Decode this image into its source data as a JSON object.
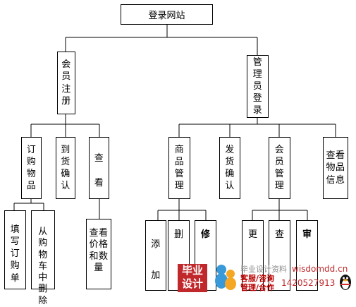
{
  "diagram": {
    "root": [
      "登录网站"
    ],
    "member_register": [
      "会",
      "员",
      "注",
      "册"
    ],
    "admin_login": [
      "管",
      "理",
      "员",
      "登",
      "录"
    ],
    "order_goods": [
      "订",
      "购",
      "物",
      "品"
    ],
    "delivery_confirm": [
      "到",
      "货",
      "确",
      "认"
    ],
    "view": [
      "查",
      "看"
    ],
    "goods_manage": [
      "商",
      "品",
      "管",
      "理"
    ],
    "ship_confirm": [
      "发",
      "货",
      "确",
      "认"
    ],
    "member_manage": [
      "会",
      "员",
      "管",
      "理"
    ],
    "view_goods_info": [
      "查",
      "看",
      "物",
      "品",
      "信",
      "息"
    ],
    "fill_order": [
      "填",
      "写",
      "订",
      "购",
      "单"
    ],
    "remove_from_cart": [
      "从",
      "购",
      "物",
      "车",
      "中",
      "删",
      "除"
    ],
    "view_price_qty": [
      "查",
      "看",
      "价",
      "格",
      "和",
      "数",
      "量"
    ],
    "add": [
      "添",
      "加"
    ],
    "delete": [
      "删"
    ],
    "modify": [
      "修"
    ],
    "update": [
      "更"
    ],
    "query": [
      "查"
    ],
    "review": [
      "审"
    ]
  },
  "watermark": {
    "logo": [
      "毕业",
      "设计"
    ],
    "line1": "毕业设计资料",
    "url": "wisdomdd.cn",
    "line2": "客服/咨询",
    "line3": "管理/合作",
    "phone": "1420527913"
  }
}
